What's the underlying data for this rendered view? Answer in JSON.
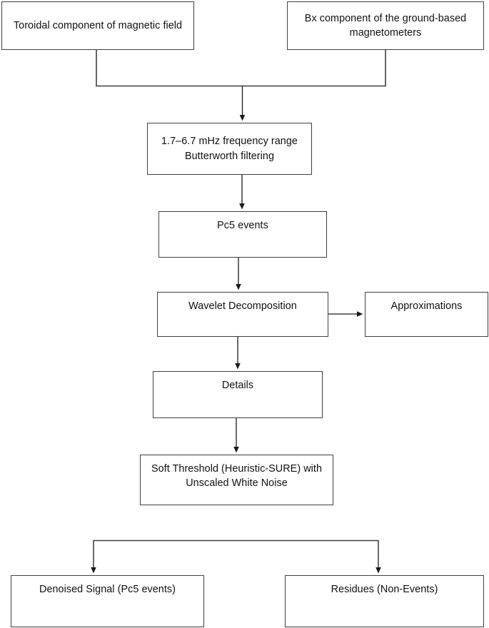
{
  "diagram": {
    "title": "Pc5 wavelet denoising processing flowchart",
    "background_color": "#ffffff",
    "node_border_color": "#3f3f3f",
    "text_color": "#111111",
    "edge_color": "#1a1a1a",
    "nodes": {
      "toroidal": "Toroidal component of magnetic field",
      "bx": "Bx component of the ground-based magnetometers",
      "filter": "1.7–6.7 mHz frequency range Butterworth filtering",
      "pc5": "Pc5 events",
      "wavelet": "Wavelet Decomposition",
      "approximations": "Approximations",
      "details": "Details",
      "threshold": "Soft Threshold (Heuristic-SURE) with Unscaled White Noise",
      "denoised": "Denoised Signal (Pc5 events)",
      "residues": "Residues (Non-Events)"
    }
  }
}
